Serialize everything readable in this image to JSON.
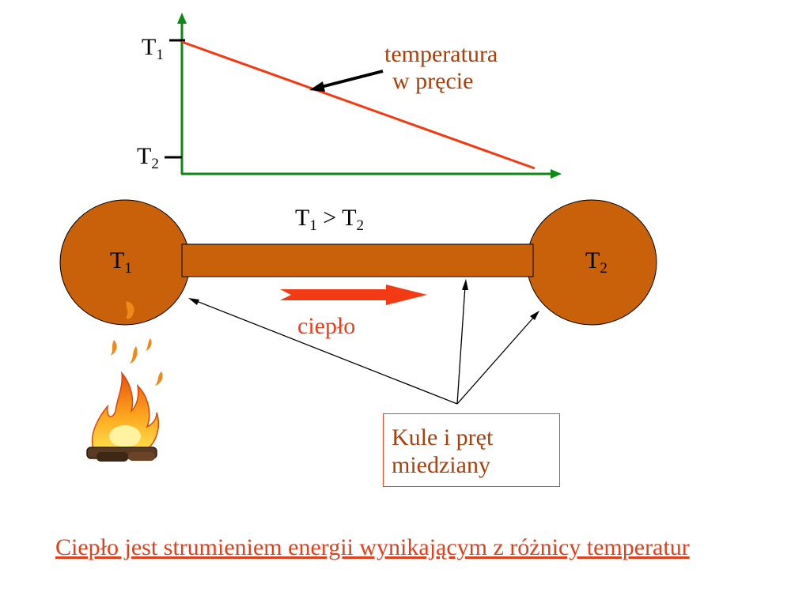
{
  "graph": {
    "t1_label": {
      "main": "T",
      "sub": "1"
    },
    "t2_label": {
      "main": "T",
      "sub": "2"
    },
    "annotation_line1": "temperatura",
    "annotation_line2": "w pręcie"
  },
  "rod": {
    "comparison": {
      "left": "T",
      "left_sub": "1",
      "op": " > ",
      "right": "T",
      "right_sub": "2"
    },
    "left_sphere_label": {
      "main": "T",
      "sub": "1"
    },
    "right_sphere_label": {
      "main": "T",
      "sub": "2"
    },
    "heat_label": "ciepło"
  },
  "callout": {
    "line1": "Kule i pręt",
    "line2": "miedziany"
  },
  "caption": "Ciepło jest strumieniem energii wynikającym z różnicy temperatur",
  "colors": {
    "copper": "#c8610a",
    "axis": "#0e8a14",
    "temperature_line": "#f23a14",
    "annotation_text": "#a8400c",
    "heat": "#f23a14",
    "callout_text": "#a8400c",
    "caption": "#e0401c"
  }
}
